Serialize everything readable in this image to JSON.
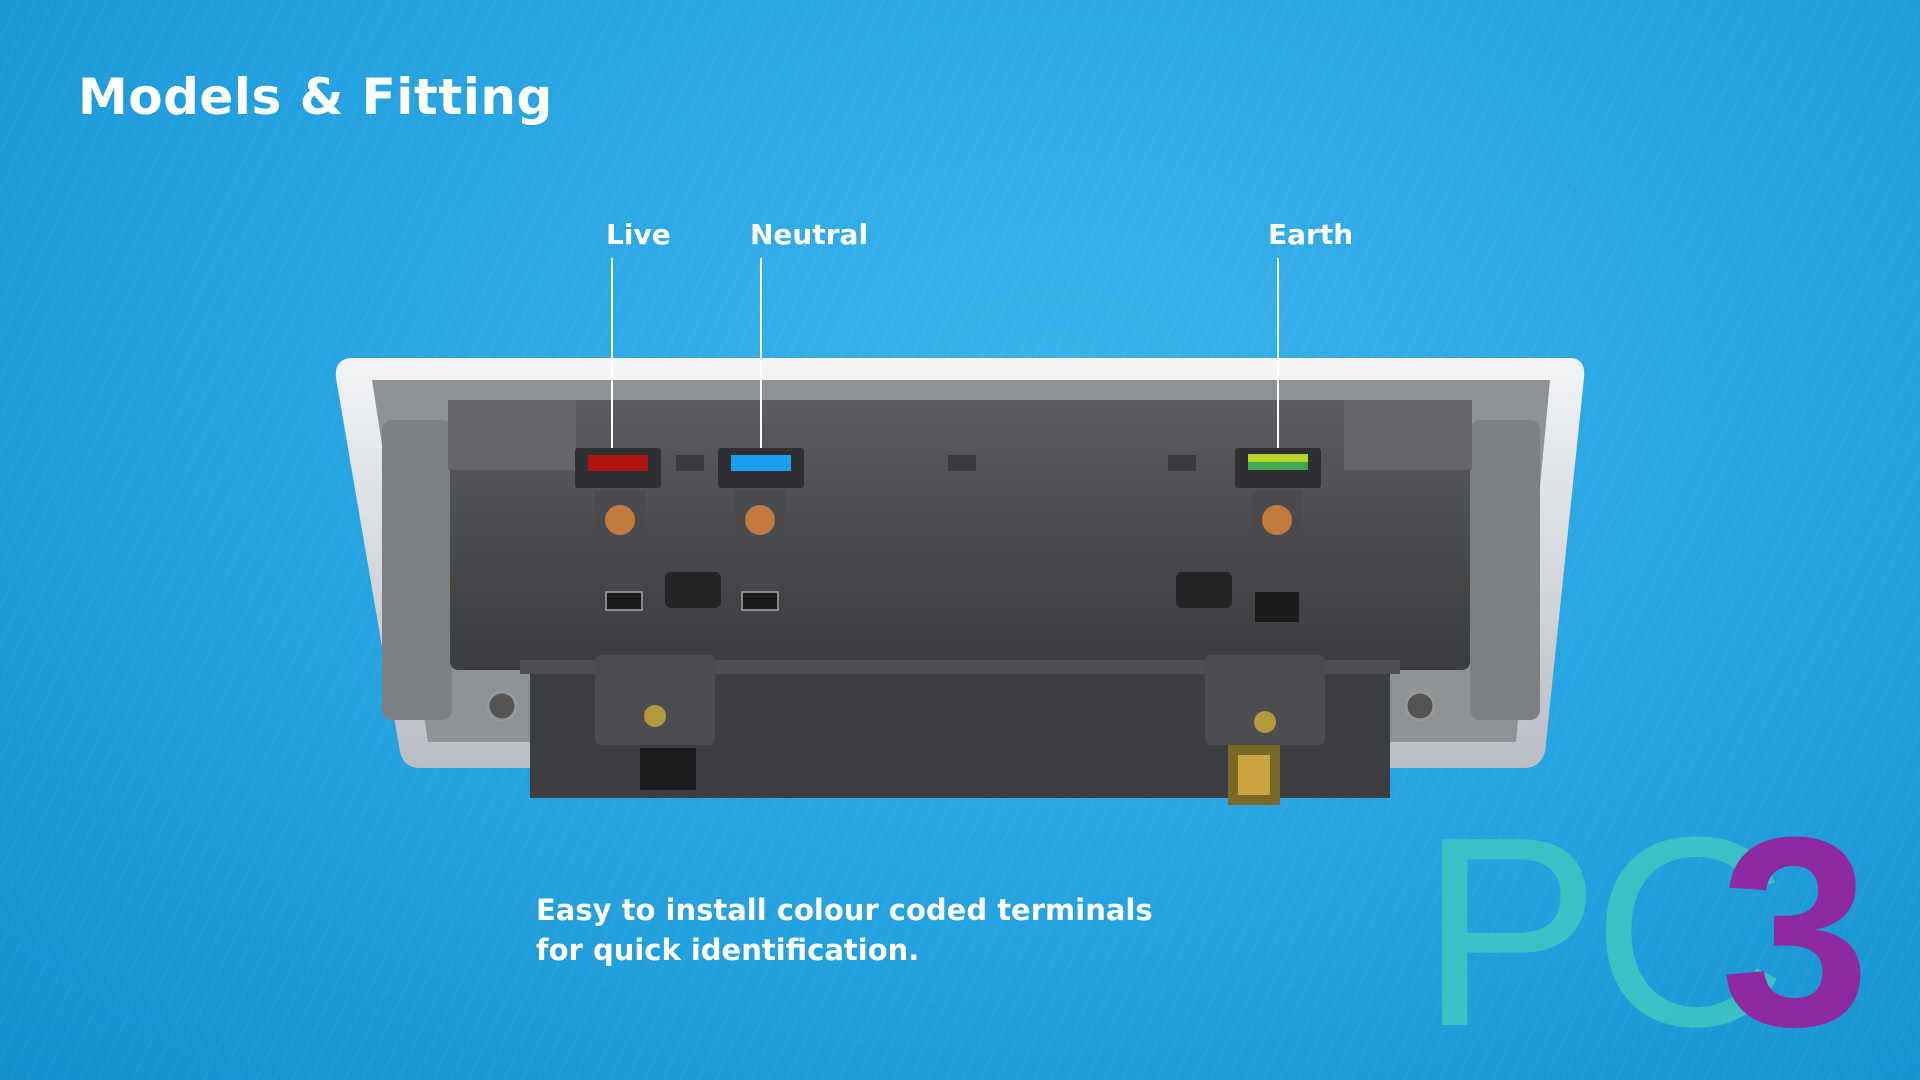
{
  "title": "Models & Fitting",
  "terminals": [
    {
      "label": "Live",
      "color": "#b01515"
    },
    {
      "label": "Neutral",
      "color": "#1e9ef0"
    },
    {
      "label": "Earth",
      "color": "#b7d42a"
    }
  ],
  "caption": {
    "line1": "Easy to install colour coded terminals",
    "line2": "for quick identification."
  },
  "logo": {
    "letters": "PC",
    "digit": "3",
    "letters_color": "#3ec4c0",
    "digit_color": "#8e2aa0"
  },
  "colors": {
    "background": "#25a2e0",
    "text": "#ffffff"
  }
}
